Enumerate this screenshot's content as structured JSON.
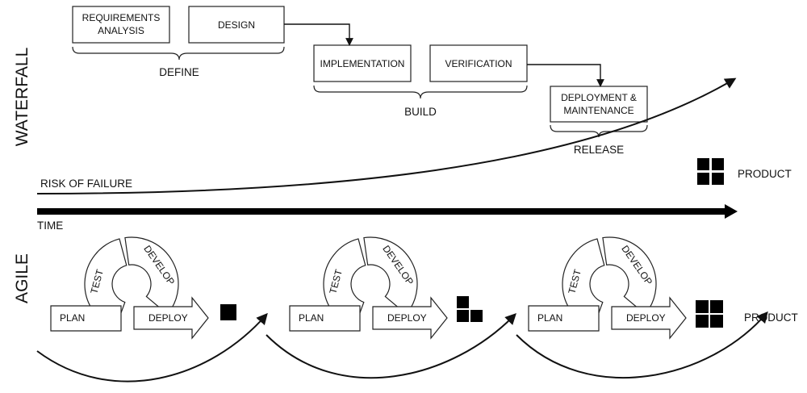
{
  "waterfall": {
    "side_label": "WATERFALL",
    "stages": {
      "requirements": [
        "REQUIREMENTS",
        "ANALYSIS"
      ],
      "design": "DESIGN",
      "implementation": "IMPLEMENTATION",
      "verification": "VERIFICATION",
      "deployment": [
        "DEPLOYMENT &",
        "MAINTENANCE"
      ]
    },
    "phases": {
      "define": "DEFINE",
      "build": "BUILD",
      "release": "RELEASE"
    },
    "risk_label": "RISK OF FAILURE",
    "product_label": "PRODUCT"
  },
  "time_label": "TIME",
  "agile": {
    "side_label": "AGILE",
    "cycle": {
      "plan": "PLAN",
      "test": "TEST",
      "develop": "DEVELOP",
      "deploy": "DEPLOY"
    },
    "product_label": "PRODUCT",
    "iterations": [
      {
        "squares": 1
      },
      {
        "squares": 3
      },
      {
        "squares": 4
      }
    ]
  }
}
